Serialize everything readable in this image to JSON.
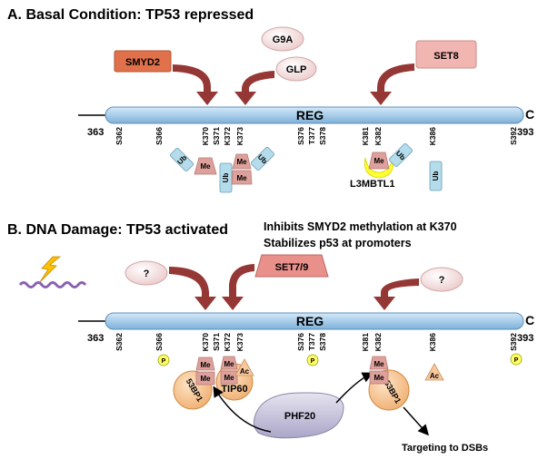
{
  "panel_a": {
    "title": "A. Basal Condition: TP53 repressed",
    "enzymes": {
      "smyd2": "SMYD2",
      "g9a": "G9A",
      "glp": "GLP",
      "set8": "SET8"
    },
    "protein": {
      "region": "REG",
      "start": "363",
      "end": "393",
      "terminus": "C"
    },
    "sites": [
      "S362",
      "S366",
      "K370",
      "S371",
      "K372",
      "K373",
      "S376",
      "T377",
      "S378",
      "K381",
      "K382",
      "K386",
      "S392"
    ],
    "marks": {
      "ub": "Ub",
      "me": "Me"
    },
    "reader": "L3MBTL1"
  },
  "panel_b": {
    "title": "B. DNA Damage: TP53 activated",
    "notes": [
      "Inhibits SMYD2 methylation at K370",
      "Stabilizes p53 at promoters"
    ],
    "enzymes": {
      "set79": "SET7/9",
      "unknown_left": "?",
      "unknown_right": "?"
    },
    "protein": {
      "region": "REG",
      "start": "363",
      "end": "393",
      "terminus": "C"
    },
    "sites": [
      "S362",
      "S366",
      "K370",
      "S371",
      "K372",
      "K373",
      "S376",
      "T377",
      "S378",
      "K381",
      "K382",
      "K386",
      "S392"
    ],
    "marks": {
      "me": "Me",
      "ac": "Ac",
      "p": "P"
    },
    "readers": {
      "bp1_left": "53BP1",
      "tip60": "TIP60",
      "phf20": "PHF20",
      "bp1_right": "53BP1"
    },
    "outcome": "Targeting to DSBs"
  },
  "colors": {
    "backbone": "#a9cdea",
    "backbone_stroke": "#5d8fb8",
    "arrow": "#953735",
    "smyd2": "#e0714a",
    "set8": "#f2b6b2",
    "pill": "#f6dcdc",
    "me_mark": "#dda09a",
    "ub_mark": "#b4dcea",
    "ac_mark": "#f8c79c",
    "phospho": "#ffff66",
    "reader_circle": "#f6bf8d",
    "phf20": "#c9c6dd",
    "l3mbtl1_halo": "#ffff33"
  }
}
